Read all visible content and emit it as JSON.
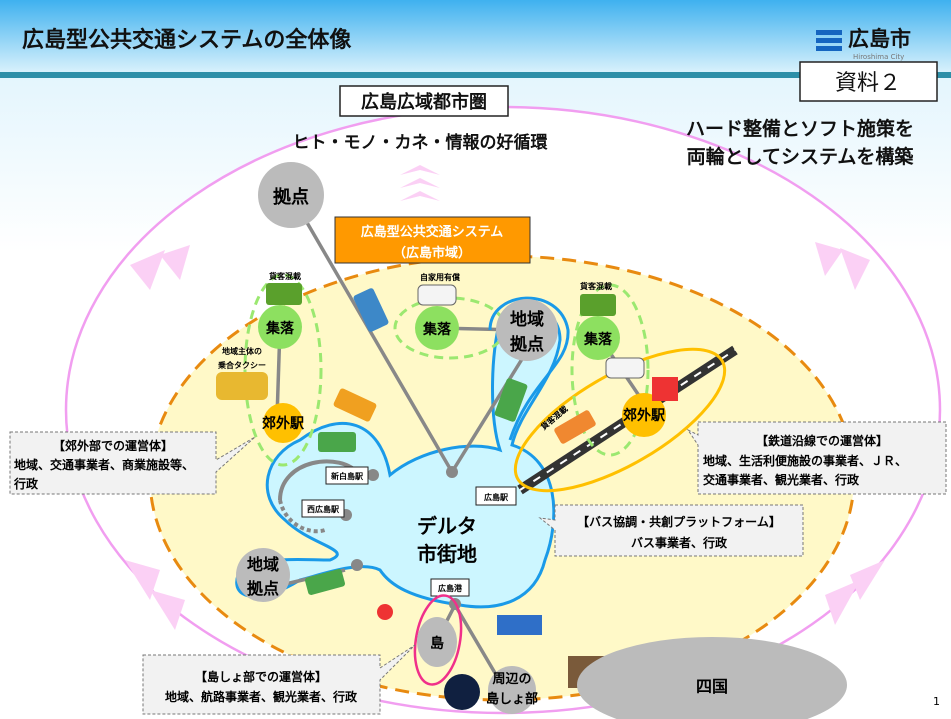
{
  "header": {
    "title": "広島型公共交通システムの全体像",
    "logo_text": "広島市",
    "logo_sub": "Hiroshima City",
    "doc_label": "資料２"
  },
  "slogan": [
    "ハード整備とソフト施策を",
    "両輪としてシステムを構築"
  ],
  "region": {
    "label": "広島広域都市圏",
    "cycle": "ヒト・モノ・カネ・情報の好循環"
  },
  "system": {
    "label_line1": "広島型公共交通システム",
    "label_line2": "（広島市域）"
  },
  "nodes": {
    "hub_top": "拠点",
    "village1": "集落",
    "village2": "集落",
    "village3": "集落",
    "regional_hub1": [
      "地域",
      "拠点"
    ],
    "regional_hub2": [
      "地域",
      "拠点"
    ],
    "suburb_station1": "郊外駅",
    "suburb_station2": "郊外駅",
    "delta": [
      "デルタ",
      "市街地"
    ],
    "island": "島",
    "nearby_islands": [
      "周辺の",
      "島しょ部"
    ],
    "shikoku": "四国"
  },
  "small_labels": {
    "freight1": "貨客混載",
    "freight2": "貨客混載",
    "freight3": "貨客混載",
    "private_paid": "自家用有償",
    "community_taxi": [
      "地域主体の",
      "乗合タクシー"
    ],
    "shin_hiroshima": "新白島駅",
    "nishi_hiroshima": "西広島駅",
    "hiroshima_sta": "広島駅",
    "hiroshima_port": "広島港"
  },
  "callouts": {
    "suburb": {
      "title": "【郊外部での運営体】",
      "lines": [
        "地域、交通事業者、商業施設等、",
        "行政"
      ]
    },
    "rail": {
      "title": "【鉄道沿線での運営体】",
      "lines": [
        "地域、生活利便施設の事業者、ＪＲ、",
        "交通事業者、観光業者、行政"
      ]
    },
    "bus": {
      "title": "【バス協調・共創プラットフォーム】",
      "lines": [
        "バス事業者、行政"
      ]
    },
    "island": {
      "title": "【島しょ部での運営体】",
      "lines": [
        "地域、航路事業者、観光業者、行政"
      ]
    }
  },
  "page_number": "1",
  "colors": {
    "header_blue": "#4fb8f0",
    "orange": "#ff9900",
    "delta": "#ccf6ff",
    "yellow_area": "#fff9c8",
    "pink": "#f19ef0",
    "green": "#8de060",
    "gold": "#ffc000"
  }
}
